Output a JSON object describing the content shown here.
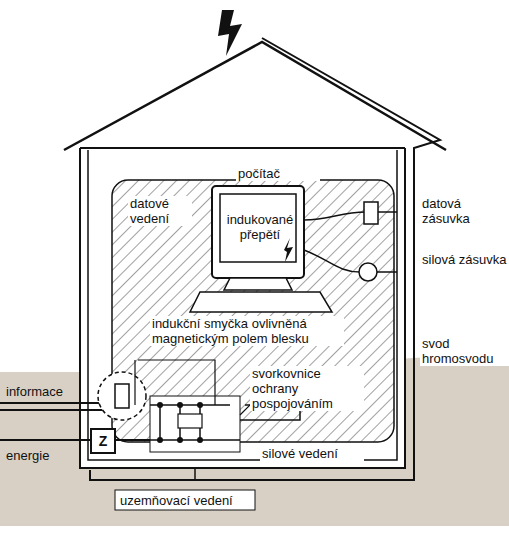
{
  "diagram": {
    "nodes": [
      {
        "text": [
          "Z"
        ]
      }
    ],
    "labels": [
      "datové vedení",
      "počítač",
      "indukované přepětí",
      "datová zásuvka",
      "silová zásuvka",
      "indukční smyčka ovlivněná magnetickým polem blesku",
      "svod hromosvodu",
      "svorkovnice ochrany pospojováním",
      "informace",
      "energie",
      "silové vedení",
      "uzemňovací vedení"
    ]
  }
}
